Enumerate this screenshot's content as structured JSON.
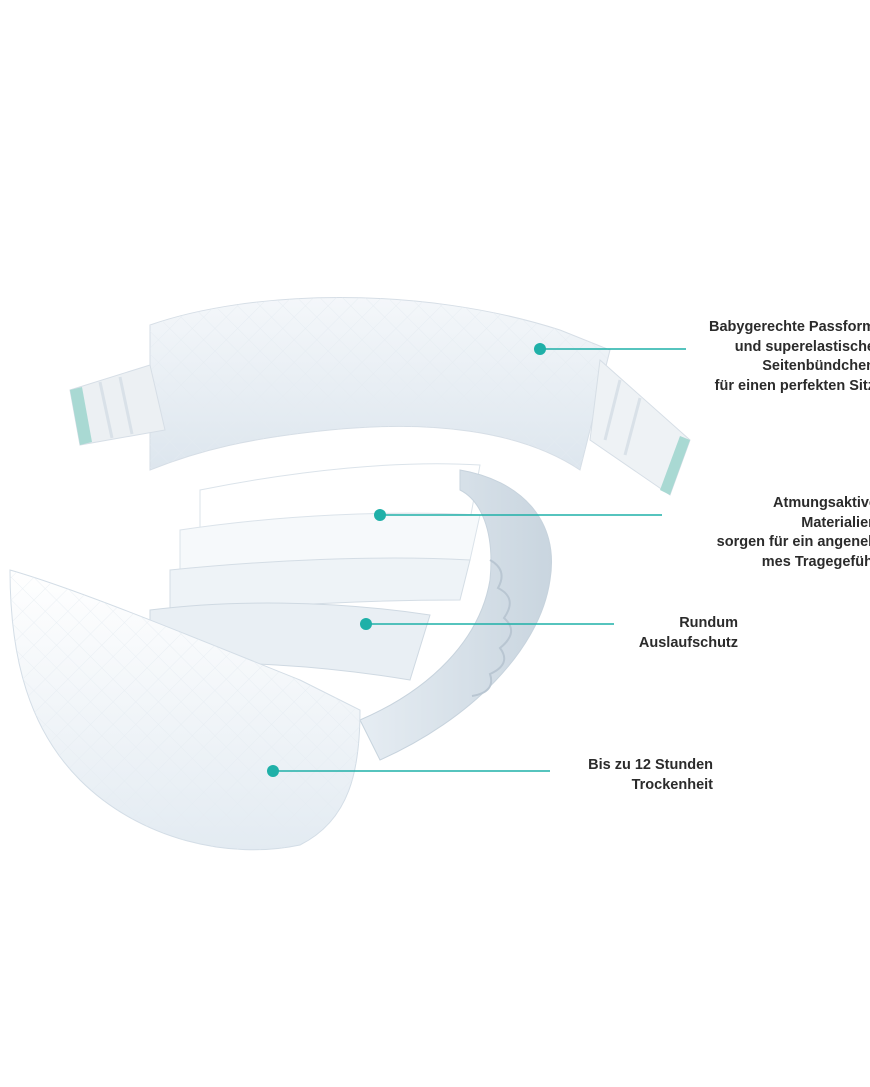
{
  "accent_color": "#1fb0a8",
  "image": {
    "subject": "diaper-cross-section-icon"
  },
  "callouts": [
    {
      "name": "fit",
      "lines": [
        "Babygerechte Passform",
        "und superelastische",
        "Seitenbündchen",
        "für einen perfekten Sitz"
      ]
    },
    {
      "name": "breathable",
      "lines": [
        "Atmungsaktive",
        "Materialien",
        "sorgen für ein angeneh",
        "mes Tragegefühl"
      ]
    },
    {
      "name": "leak",
      "lines": [
        "Rundum",
        "Auslaufschutz"
      ]
    },
    {
      "name": "dryness",
      "lines": [
        "Bis zu 12 Stunden",
        "Trockenheit"
      ]
    }
  ]
}
